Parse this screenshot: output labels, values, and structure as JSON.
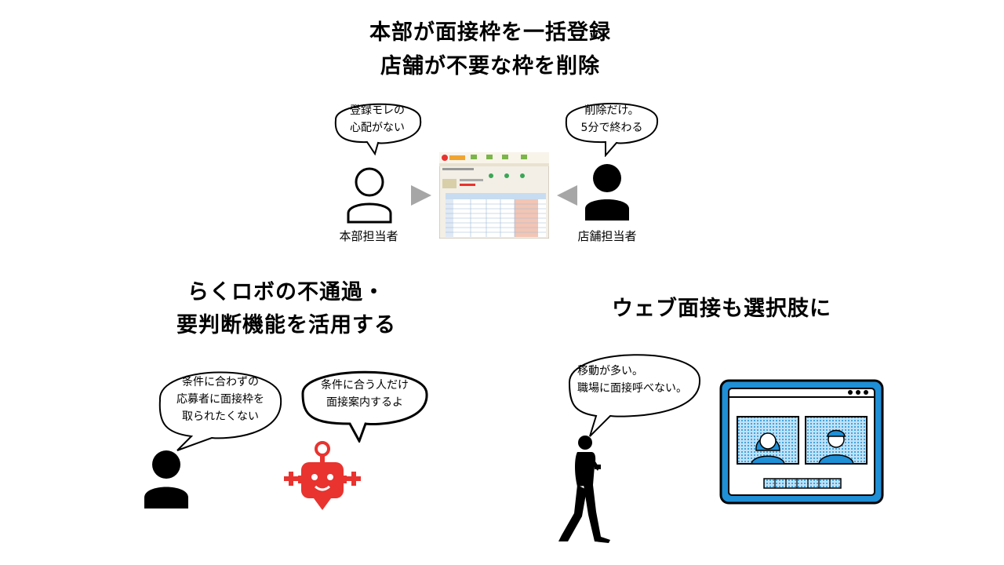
{
  "top": {
    "title_line1": "本部が面接枠を一括登録",
    "title_line2": "店舗が不要な枠を削除",
    "hq_bubble": [
      "登録モレの",
      "心配がない"
    ],
    "store_bubble": [
      "削除だけ。",
      "5分で終わる"
    ],
    "hq_label": "本部担当者",
    "store_label": "店舗担当者"
  },
  "left": {
    "title_line1": "らくロボの不通過・",
    "title_line2": "要判断機能を活用する",
    "person_bubble": [
      "条件に合わずの",
      "応募者に面接枠を",
      "取られたくない"
    ],
    "robot_bubble": [
      "条件に合う人だけ",
      "面接案内するよ"
    ]
  },
  "right": {
    "title": "ウェブ面接も選択肢に",
    "bubble": [
      "移動が多い。",
      "職場に面接呼べない。"
    ]
  },
  "colors": {
    "robot_red": "#e8332f",
    "tablet_blue": "#1f8fd6",
    "arrow_gray": "#a6a6a6"
  }
}
